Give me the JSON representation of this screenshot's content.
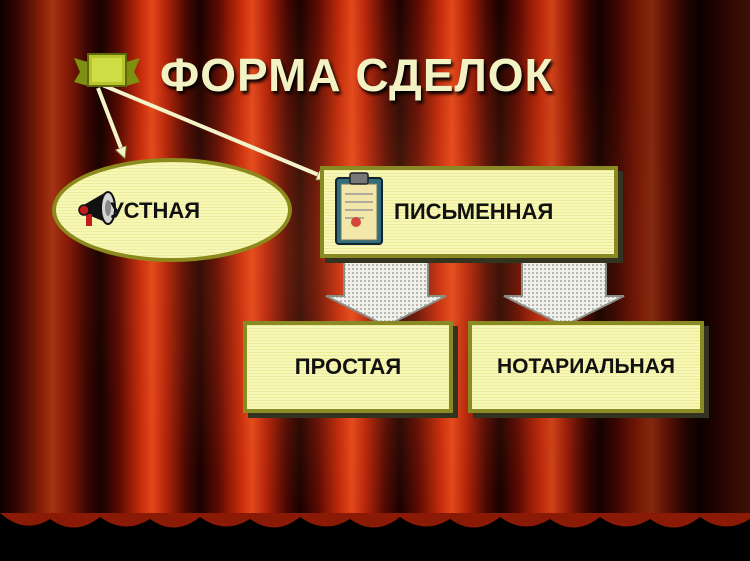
{
  "title": "ФОРМА СДЕЛОК",
  "nodes": {
    "oral": "УСТНАЯ",
    "written": "ПИСЬМЕННАЯ",
    "simple": "ПРОСТАЯ",
    "notarial": "НОТАРИАЛЬНАЯ"
  },
  "icons": {
    "title": "scroll-banner-icon",
    "oral": "megaphone-icon",
    "written": "clipboard-document-icon"
  },
  "colors": {
    "box_fill": "#f7f7b8",
    "box_border": "#8a8a24",
    "title_text": "#f2f2c4",
    "curtain": "#c22a0a"
  }
}
